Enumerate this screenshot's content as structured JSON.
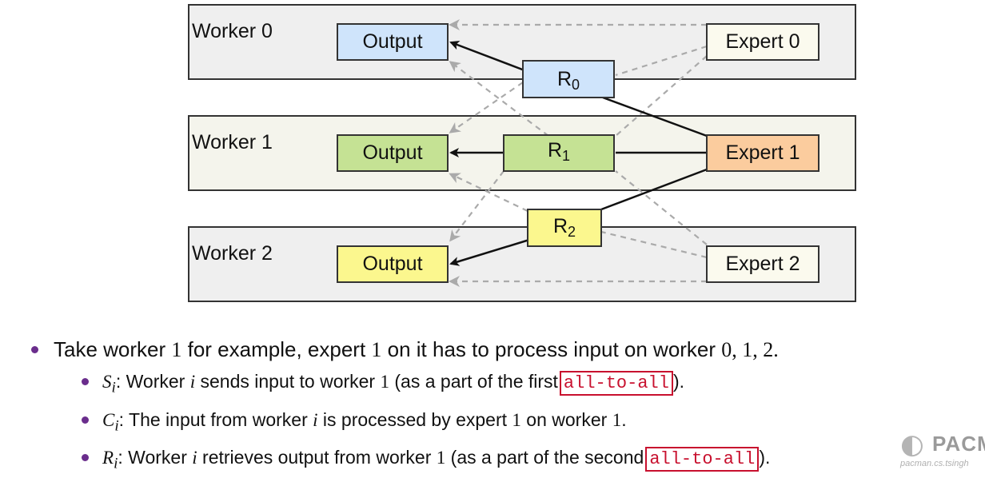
{
  "diagram": {
    "workers": [
      {
        "label": "Worker 0",
        "output": "Output",
        "expert": "Expert 0",
        "router": "R",
        "router_sub": "0"
      },
      {
        "label": "Worker 1",
        "output": "Output",
        "expert": "Expert 1",
        "router": "R",
        "router_sub": "1"
      },
      {
        "label": "Worker 2",
        "output": "Output",
        "expert": "Expert 2",
        "router": "R",
        "router_sub": "2"
      }
    ],
    "colors": {
      "panel_0": "#efefef",
      "panel_1": "#f4f4ec",
      "panel_2": "#efefef",
      "output_0": "#cfe4fb",
      "output_1": "#c5e294",
      "output_2": "#fbf78e",
      "router_0": "#cfe4fb",
      "router_1": "#c5e294",
      "router_2": "#fbf78e",
      "expert_0": "#fbfaee",
      "expert_1": "#fbcc9e",
      "expert_2": "#fbfaee",
      "solid_arrow": "#111111",
      "dashed_arrow": "#aaaaaa"
    }
  },
  "bullets": {
    "main": {
      "text": "Take worker ",
      "w": "1",
      "mid": " for example, expert ",
      "e": "1",
      "rest": " on it has to process input on worker ",
      "list": "0, 1, 2",
      "end": "."
    },
    "items": [
      {
        "sym": "S",
        "sub": "i",
        "a": ": Worker ",
        "var": "i",
        "b": " sends input to worker ",
        "num": "1",
        "c": " (as a part of the first",
        "code": "all-to-all",
        "d": ")."
      },
      {
        "sym": "C",
        "sub": "i",
        "a": ": The input from worker ",
        "var": "i",
        "b": " is processed by expert ",
        "num": "1",
        "c": " on worker ",
        "num2": "1",
        "d": "."
      },
      {
        "sym": "R",
        "sub": "i",
        "a": ": Worker ",
        "var": "i",
        "b": " retrieves output from worker ",
        "num": "1",
        "c": " (as a part of the second",
        "code": "all-to-all",
        "d": ")."
      }
    ]
  },
  "logo": {
    "text": "PACM",
    "url": "pacman.cs.tsingh"
  }
}
